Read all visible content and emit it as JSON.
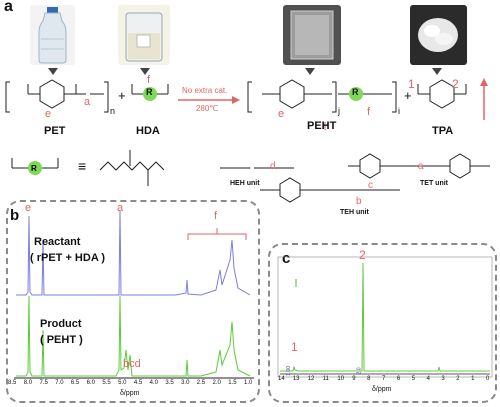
{
  "panel_labels": {
    "a": "a",
    "b": "b",
    "c": "c"
  },
  "scheme": {
    "pet_label": "PET",
    "hda_label": "HDA",
    "peht_label": "PEHT",
    "tpa_label": "TPA",
    "plus": "+",
    "condition_top": "No extra cat.",
    "condition_bottom": "280℃",
    "subscripts": {
      "n": "n",
      "i": "i",
      "j": "j"
    },
    "site_labels": {
      "e": "e",
      "a": "a",
      "f": "f",
      "d": "d",
      "c": "c",
      "b": "b",
      "one": "1",
      "two": "2",
      "r": "R"
    },
    "equiv": "≡",
    "units": {
      "heh": "HEH unit",
      "tet": "TET unit",
      "teh": "TEH unit"
    }
  },
  "panel_b": {
    "reactant_label_line1": "Reactant",
    "reactant_label_line2": "( rPET + HDA )",
    "product_label_line1": "Product",
    "product_label_line2": "( PEHT )",
    "peak_labels": {
      "e": "e",
      "a": "a",
      "f": "f",
      "bcd": "bcd"
    },
    "x_ticks": [
      "8.5",
      "8.0",
      "7.5",
      "7.0",
      "6.5",
      "6.0",
      "5.5",
      "5.0",
      "4.5",
      "4.0",
      "3.5",
      "3.0",
      "2.5",
      "2.0",
      "1.5",
      "1.0"
    ],
    "x_axis_label": "δ/ppm",
    "colors": {
      "reactant": "#7b7fe0",
      "product": "#5ccc3a"
    }
  },
  "panel_c": {
    "peak_labels": {
      "one": "1",
      "two": "2"
    },
    "x_ticks": [
      "14",
      "13",
      "12",
      "11",
      "10",
      "9",
      "8",
      "7",
      "6",
      "5",
      "4",
      "3",
      "2",
      "1",
      "0"
    ],
    "x_axis_label": "δ/ppm",
    "integration_labels": {
      "one": "1.00",
      "two": "2.0"
    },
    "colors": {
      "spectrum": "#5ccc3a"
    }
  },
  "colors": {
    "accent": "#e06666",
    "green_circle": "#7ed957",
    "dashed_border": "#8a8a8a"
  }
}
